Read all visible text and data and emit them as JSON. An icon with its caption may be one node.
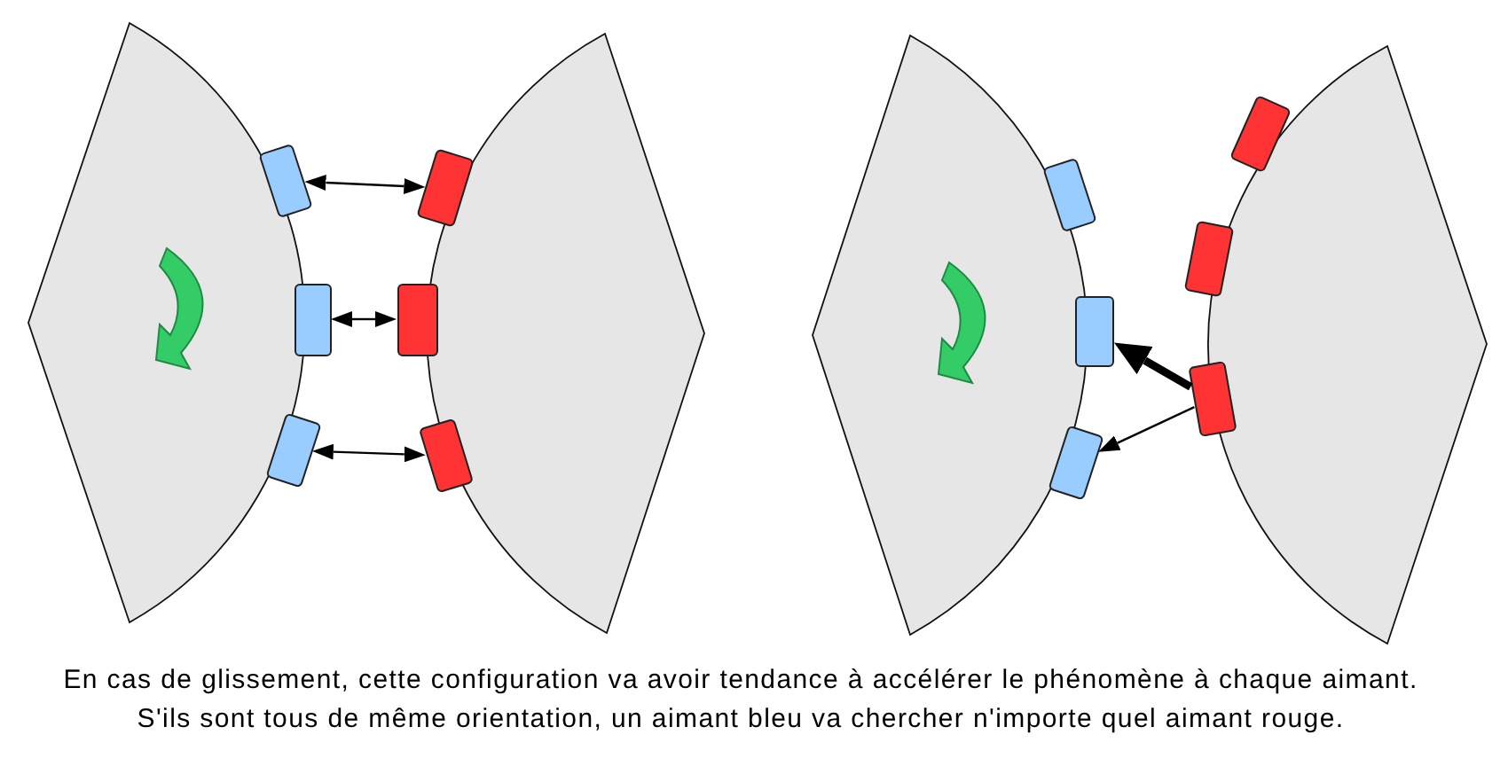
{
  "diagram": {
    "caption": "En cas de glissement, cette configuration va avoir tendance à accélérer le phénomène à chaque aimant. S'ils sont tous de même orientation, un aimant bleu va chercher n'importe quel aimant rouge.",
    "nodes": [
      {
        "text": [],
        "shape": "box"
      },
      {
        "text": [],
        "shape": "box"
      },
      {
        "text": [],
        "shape": "box"
      },
      {
        "text": [],
        "shape": "box"
      },
      {
        "text": [],
        "shape": "box"
      },
      {
        "text": [],
        "shape": "box"
      },
      {
        "text": [],
        "shape": "box"
      },
      {
        "text": [],
        "shape": "box"
      },
      {
        "text": [],
        "shape": "box"
      },
      {
        "text": [],
        "shape": "box"
      },
      {
        "text": [],
        "shape": "box"
      },
      {
        "text": [],
        "shape": "box"
      }
    ],
    "edges": [
      {
        "from": 0,
        "to": 1,
        "arrow": "both"
      },
      {
        "from": 2,
        "to": 3,
        "arrow": "both"
      },
      {
        "from": 4,
        "to": 5,
        "arrow": "both"
      },
      {
        "from": 11,
        "to": 8,
        "arrow": "to",
        "style": "thick"
      },
      {
        "from": 11,
        "to": 10,
        "arrow": "to"
      }
    ]
  }
}
